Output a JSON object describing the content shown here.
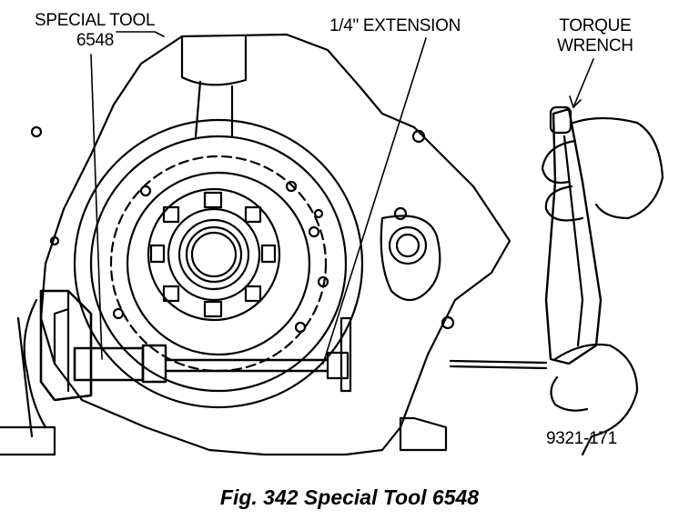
{
  "labels": {
    "special_tool_line1": "SPECIAL TOOL",
    "special_tool_line2": "6548",
    "extension": "1/4\" EXTENSION",
    "torque_line1": "TORQUE",
    "torque_line2": "WRENCH",
    "figure_id": "9321-171"
  },
  "caption": "Fig. 342 Special Tool 6548"
}
